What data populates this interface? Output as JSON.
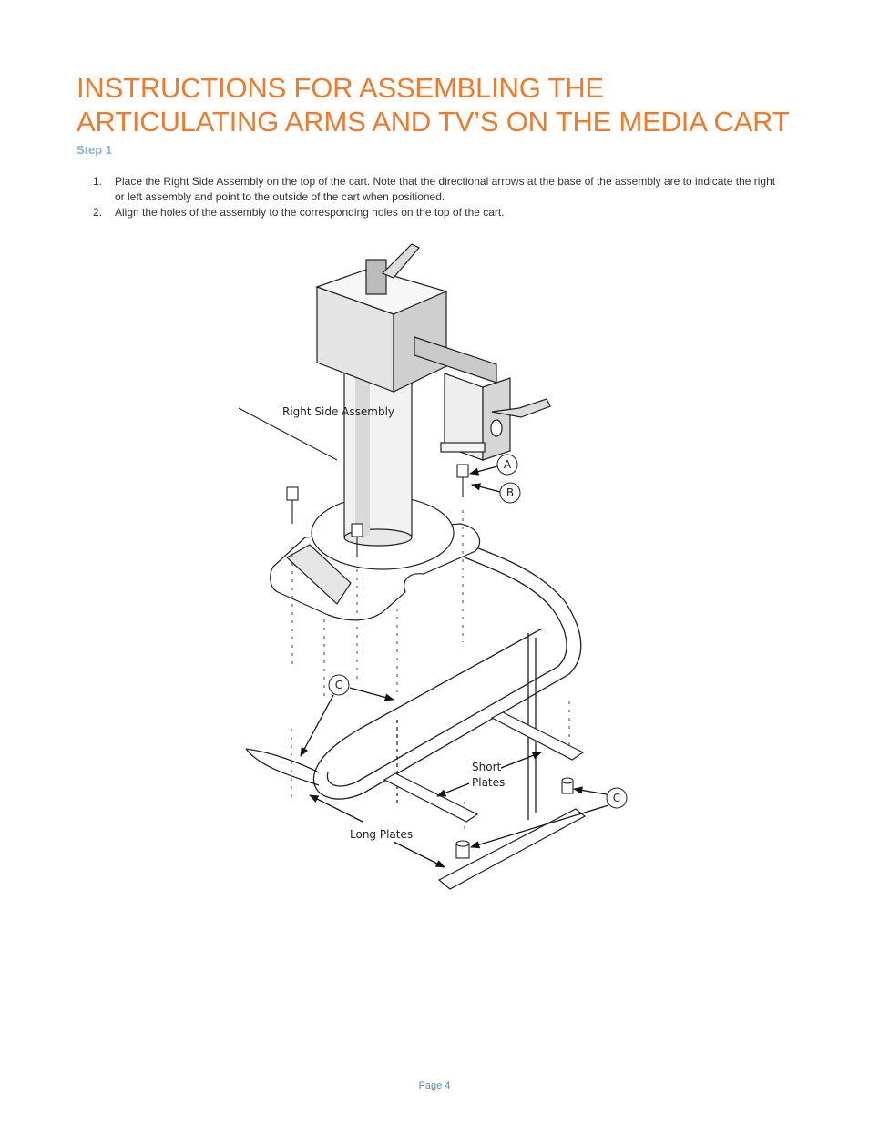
{
  "title_line1": "INSTRUCTIONS FOR ASSEMBLING THE",
  "title_line2": "ARTICULATING ARMS AND TV’S ON THE MEDIA CART",
  "step_heading": "Step 1",
  "instructions": [
    {
      "num": "1.",
      "text": "Place the Right Side Assembly on the top of the cart. Note that the directional arrows at the base of the assembly are to indicate the right or left assembly and point to the outside of the cart when positioned."
    },
    {
      "num": "2.",
      "text": "Align the holes of the assembly to the corresponding holes on the top of the cart."
    }
  ],
  "diagram": {
    "right_side_assembly": "Right Side Assembly",
    "callout_a": "A",
    "callout_b": "B",
    "callout_c_left": "C",
    "callout_c_right": "C",
    "short_plates_1": "Short",
    "short_plates_2": "Plates",
    "long_plates": "Long Plates"
  },
  "footer": "Page 4",
  "colors": {
    "title": "#ef7a2c",
    "step": "#86b3d6",
    "footer": "#5b8fb9"
  }
}
